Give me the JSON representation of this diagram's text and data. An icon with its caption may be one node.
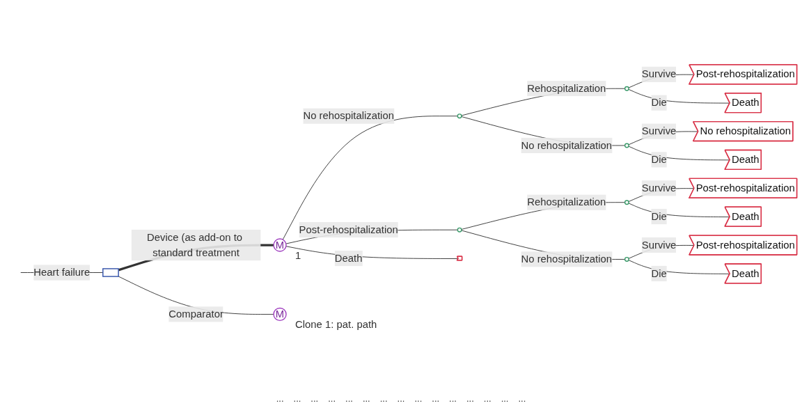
{
  "diagram": {
    "nodes": [
      {
        "text": [],
        "shape": "box"
      },
      {
        "text": [
          "M"
        ],
        "beside": [
          "1"
        ]
      },
      {
        "text": [],
        "shape": "circle"
      },
      {
        "text": [],
        "shape": "circle"
      },
      {
        "text": [
          "Post-rehospitalization"
        ]
      },
      {
        "text": [
          "Death"
        ]
      },
      {
        "text": [],
        "shape": "circle"
      },
      {
        "text": [
          "No rehospitalization"
        ]
      },
      {
        "text": [
          "Death"
        ]
      },
      {
        "text": [],
        "shape": "circle"
      },
      {
        "text": [],
        "shape": "circle"
      },
      {
        "text": [
          "Post-rehospitalization"
        ]
      },
      {
        "text": [
          "Death"
        ]
      },
      {
        "text": [],
        "shape": "circle"
      },
      {
        "text": [
          "Post-rehospitalization"
        ]
      },
      {
        "text": [
          "Death"
        ]
      },
      {
        "text": [],
        "shape": "triangle"
      },
      {
        "text": [
          "M"
        ],
        "beside": [
          "Clone 1: pat. path"
        ]
      }
    ],
    "edges": [
      {
        "from": null,
        "to": 0,
        "arrow": "none",
        "label": "Heart failure"
      },
      {
        "from": 0,
        "to": 1,
        "arrow": "none",
        "label": "Device (as add-on to standard treatment",
        "style": "thick"
      },
      {
        "from": 0,
        "to": 17,
        "arrow": "none",
        "label": "Comparator"
      },
      {
        "from": 1,
        "to": 2,
        "arrow": "none",
        "label": "No rehospitalization"
      },
      {
        "from": 2,
        "to": 3,
        "arrow": "none",
        "label": "Rehospitalization"
      },
      {
        "from": 3,
        "to": 4,
        "arrow": "none",
        "label": "Survive"
      },
      {
        "from": 3,
        "to": 5,
        "arrow": "none",
        "label": "Die"
      },
      {
        "from": 2,
        "to": 6,
        "arrow": "none",
        "label": "No rehospitalization"
      },
      {
        "from": 6,
        "to": 7,
        "arrow": "none",
        "label": "Survive"
      },
      {
        "from": 6,
        "to": 8,
        "arrow": "none",
        "label": "Die"
      },
      {
        "from": 1,
        "to": 9,
        "arrow": "none",
        "label": "Post-rehospitalization"
      },
      {
        "from": 9,
        "to": 10,
        "arrow": "none",
        "label": "Rehospitalization"
      },
      {
        "from": 10,
        "to": 11,
        "arrow": "none",
        "label": "Survive"
      },
      {
        "from": 10,
        "to": 12,
        "arrow": "none",
        "label": "Die"
      },
      {
        "from": 9,
        "to": 13,
        "arrow": "none",
        "label": "No rehospitalization"
      },
      {
        "from": 13,
        "to": 14,
        "arrow": "none",
        "label": "Survive"
      },
      {
        "from": 13,
        "to": 15,
        "arrow": "none",
        "label": "Die"
      },
      {
        "from": 1,
        "to": 16,
        "arrow": "none",
        "label": "Death"
      }
    ],
    "labels": [
      "...",
      "...",
      "...",
      "...",
      "...",
      "...",
      "...",
      "...",
      "...",
      "...",
      "...",
      "...",
      "...",
      "...",
      "..."
    ]
  }
}
